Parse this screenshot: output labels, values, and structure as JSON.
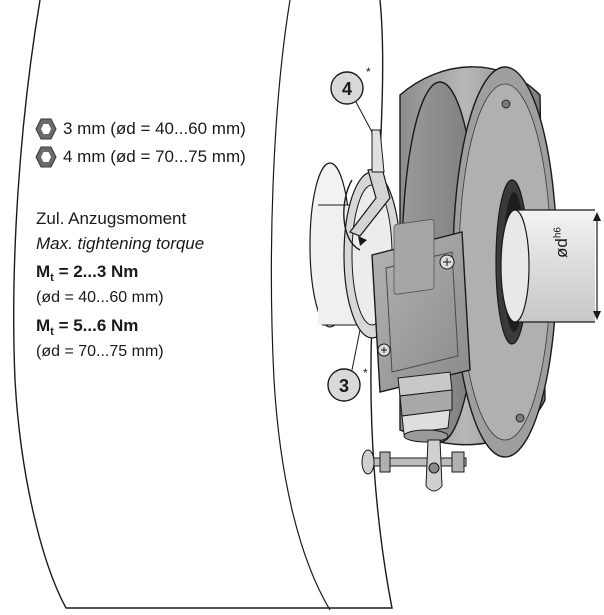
{
  "hex_keys": [
    {
      "icon": "hex-nut-icon",
      "text": "3 mm (ød = 40...60 mm)"
    },
    {
      "icon": "hex-nut-icon",
      "text": "4 mm (ød = 70...75 mm)"
    }
  ],
  "torque": {
    "title_de": "Zul. Anzugsmoment",
    "title_en": "Max. tightening torque",
    "m_symbol": "M",
    "m_sub": "t",
    "row1_value": " = 2...3 Nm",
    "row1_range": "(ød = 40...60 mm)",
    "row2_value": " = 5...6 Nm",
    "row2_range": "(ød = 70...75 mm)"
  },
  "callouts": [
    {
      "number": "4",
      "marker": "*"
    },
    {
      "number": "3",
      "marker": "*"
    }
  ],
  "shaft_label": {
    "main": "ød",
    "superscript": "h6"
  },
  "colors": {
    "housing": "#a8a8a8",
    "housing_dark": "#6e6e6e",
    "shaft": "#e6e6e6",
    "outline": "#1a1a1a",
    "callout_fill": "#d9d9d9"
  }
}
